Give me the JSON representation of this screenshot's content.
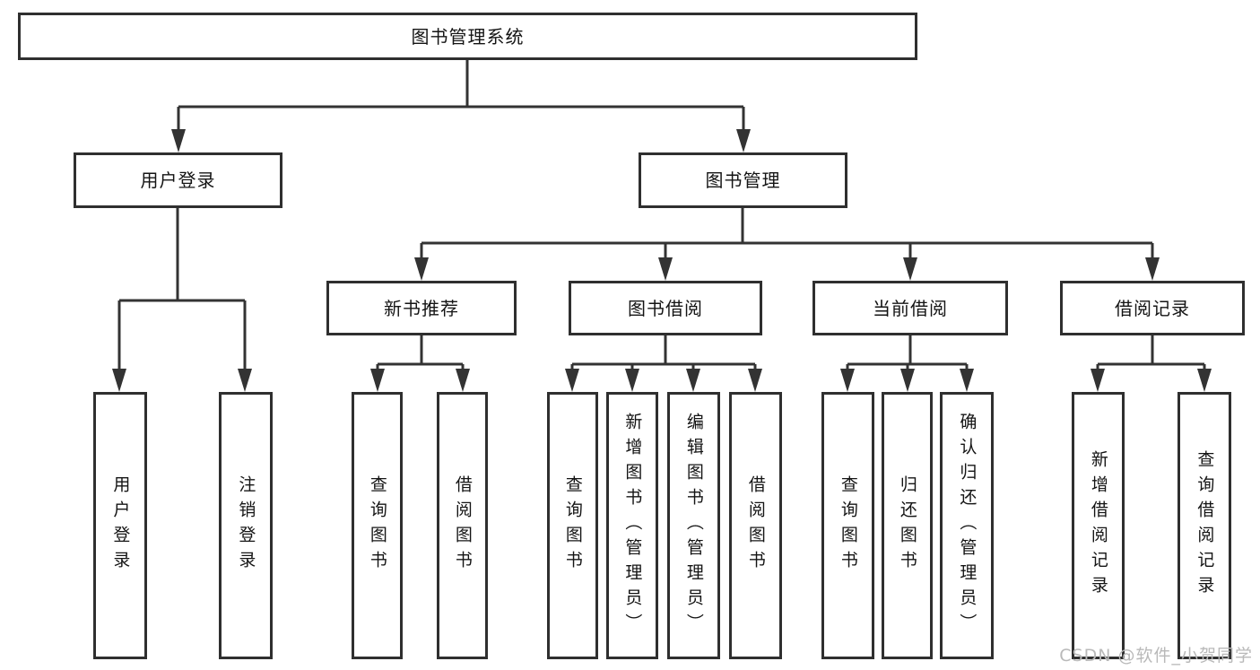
{
  "diagram": {
    "root": "图书管理系统",
    "level2": {
      "user_login": "用户登录",
      "book_mgmt": "图书管理"
    },
    "level3": {
      "new_book": "新书推荐",
      "book_borrow": "图书借阅",
      "current_borrow": "当前借阅",
      "borrow_record": "借阅记录"
    },
    "leaves": {
      "user_login_leaf": "用户登录",
      "logout": "注销登录",
      "nb_query": "查询图书",
      "nb_borrow": "借阅图书",
      "bb_query": "查询图书",
      "bb_add": "新增图书（管理员）",
      "bb_edit": "编辑图书（管理员）",
      "bb_borrow": "借阅图书",
      "cb_query": "查询图书",
      "cb_return": "归还图书",
      "cb_confirm": "确认归还（管理员）",
      "br_add": "新增借阅记录",
      "br_query": "查询借阅记录"
    }
  },
  "watermark": "CSDN @软件_小贺同学",
  "colors": {
    "line": "#333333",
    "box_border": "#2f2f2f",
    "text": "#141414",
    "watermark": "#b9b9b9",
    "background": "#ffffff"
  }
}
